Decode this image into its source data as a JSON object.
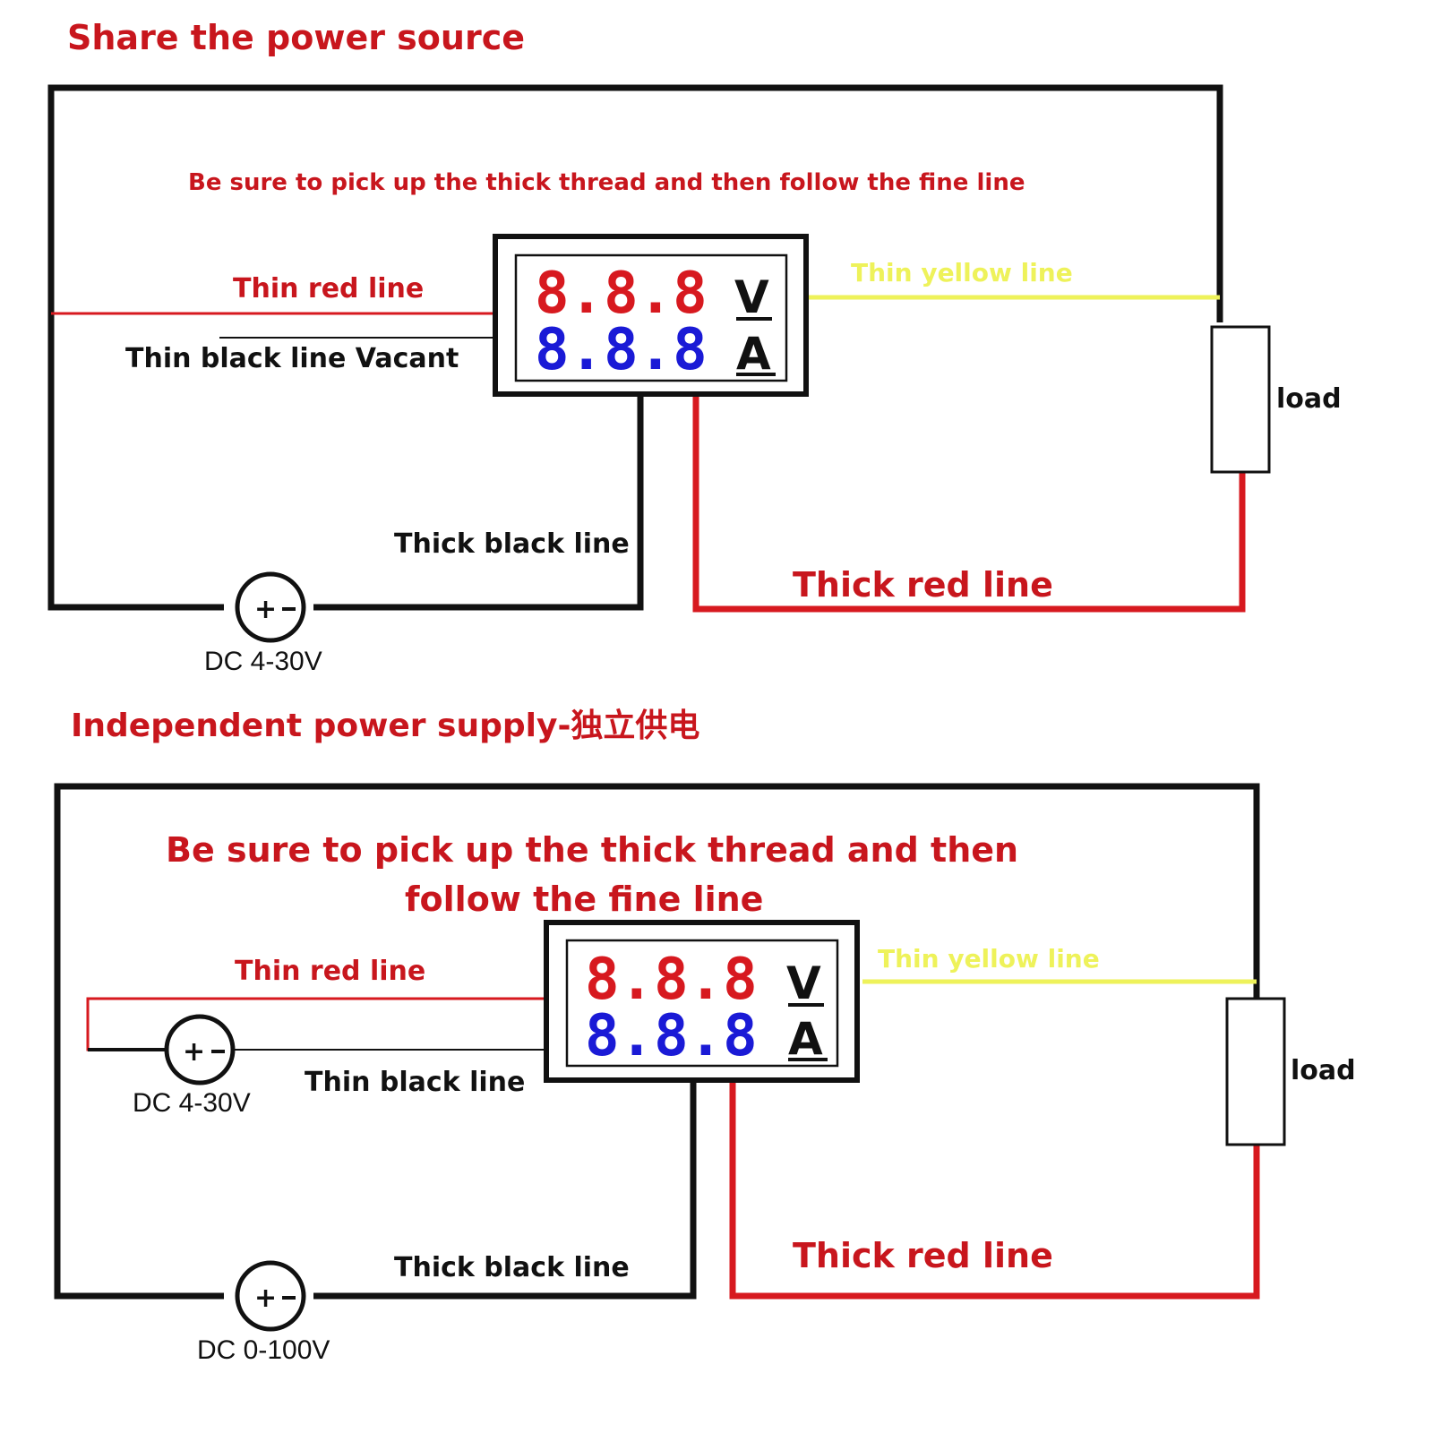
{
  "colors": {
    "red": "#d7191f",
    "title_red": "#c8161d",
    "blue": "#1a1ad6",
    "yellow": "#eef25a",
    "black": "#111111"
  },
  "diagram1": {
    "title": "Share the power source",
    "note": "Be sure to pick up the thick thread and then follow the fine line",
    "meter": {
      "volt_digits": "8.8.8",
      "amp_digits": "8.8.8",
      "volt_unit": "V",
      "amp_unit": "A"
    },
    "thin_red": "Thin red line",
    "thin_black": "Thin black line Vacant",
    "thin_yellow": "Thin yellow line",
    "thick_black": "Thick black line",
    "thick_red": "Thick red line",
    "load": "load",
    "source": "DC 4-30V"
  },
  "diagram2": {
    "title": "Independent  power  supply-独立供电",
    "note_line1": "Be sure to pick up the thick thread and then",
    "note_line2": "follow the fine line",
    "meter": {
      "volt_digits": "8.8.8",
      "amp_digits": "8.8.8",
      "volt_unit": "V",
      "amp_unit": "A"
    },
    "thin_red": "Thin red line",
    "thin_black": "Thin black line",
    "thin_yellow": "Thin yellow line",
    "thick_black": "Thick black line",
    "thick_red": "Thick red line",
    "load": "load",
    "meter_source": "DC 4-30V",
    "load_source": "DC 0-100V"
  }
}
